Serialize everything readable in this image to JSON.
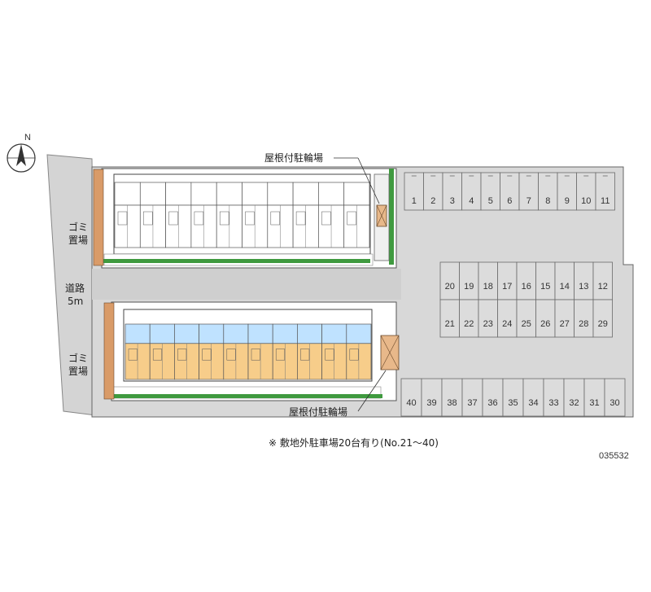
{
  "labels": {
    "bike_top": "屋根付駐輪場",
    "bike_bottom": "屋根付駐輪場",
    "garbage_top": [
      "ゴミ",
      "置場"
    ],
    "garbage_bottom": [
      "ゴミ",
      "置場"
    ],
    "road": [
      "道路",
      "5m"
    ],
    "note": "※ 敷地外駐車場20台有り(No.21～40)",
    "code": "035532"
  },
  "compass": {
    "icon": "north-arrow-compass-icon",
    "mark": "N"
  },
  "parking": {
    "row_top": [
      "1",
      "2",
      "3",
      "4",
      "5",
      "6",
      "7",
      "8",
      "9",
      "10",
      "11"
    ],
    "row_mid_upper": [
      "20",
      "19",
      "18",
      "17",
      "16",
      "15",
      "14",
      "13",
      "12"
    ],
    "row_mid_lower": [
      "21",
      "22",
      "23",
      "24",
      "25",
      "26",
      "27",
      "28",
      "29"
    ],
    "row_bottom": [
      "40",
      "39",
      "38",
      "37",
      "36",
      "35",
      "34",
      "33",
      "32",
      "31",
      "30"
    ]
  },
  "colors": {
    "ground": "#d7d7d7",
    "road": "#c9c9c9",
    "line": "#6a6a6a",
    "hedge": "#3f9a3f",
    "unit_blue": "#bfe2ff",
    "unit_orange": "#f7cd8a",
    "shed": "#e8b88a"
  }
}
